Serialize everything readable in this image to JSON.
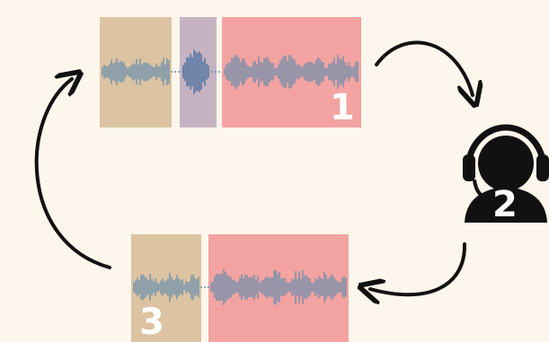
{
  "background_color": "#fdf6ec",
  "colors": {
    "segment_tan": "#dcc3a2",
    "segment_purple": "#c6b3c2",
    "segment_pink": "#f3a3a1",
    "waveform_blue": "#6c8fad",
    "waveform_dark_blue": "#4a6f9e",
    "arrow": "#111111",
    "icon": "#111111",
    "label": "#ffffff"
  },
  "steps": [
    {
      "label": "1",
      "component": "edited-audio-clip"
    },
    {
      "label": "2",
      "component": "listener-with-headphones",
      "icon": "headphones-person-icon"
    },
    {
      "label": "3",
      "component": "revised-audio-clip"
    }
  ],
  "flow_arrows": [
    "1-to-2",
    "2-to-3",
    "3-to-1"
  ]
}
